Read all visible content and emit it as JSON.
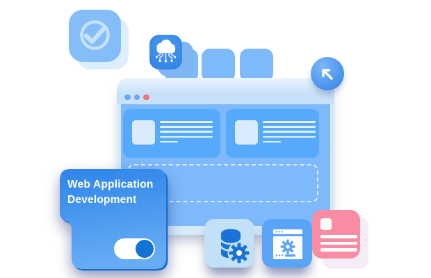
{
  "title_card": {
    "line1": "Web Application",
    "line2": "Development",
    "toggle": {
      "state": "on",
      "knob_color": "#1273D4"
    },
    "gradient_top": "#2E84E9",
    "gradient_bottom": "#67ADF5"
  },
  "browser_window": {
    "traffic_lights": [
      {
        "color": "#6CA9F3"
      },
      {
        "color": "#6CA9F3"
      },
      {
        "color": "#F5707B"
      }
    ],
    "chrome_color": "#D7EAFB",
    "body_color": "#7DB9FB",
    "inner_card_color": "#57AAFB",
    "content_cards": [
      {
        "thumbnail": true,
        "text_lines": 4,
        "short_line": true
      },
      {
        "thumbnail": true,
        "text_lines": 4,
        "short_line": true
      }
    ],
    "dashed_placeholder": true
  },
  "floating_badges": {
    "check_badge": {
      "icon": "check-circle-icon",
      "bg": "#85BDF8",
      "stroke": "#C7E2FB"
    },
    "cloud_badge": {
      "icon": "cloud-computing-icon",
      "bg": "#2E80E2",
      "fg": "#FFFFFF"
    },
    "arrow_badge": {
      "icon": "arrow-up-left-icon",
      "bg": "#3E8CE9",
      "fg": "#FFFFFF"
    },
    "database_badge": {
      "icon": "database-gear-icon",
      "bg": "#C2E1F7",
      "fg": "#1B72D6"
    },
    "window_badge": {
      "icon": "window-gear-icon",
      "bg": "#5AA4F7",
      "fg": "#FFFFFF"
    },
    "document_badge": {
      "icon": "document-icon",
      "bg": "#F98CA2",
      "fg": "#FFFFFF"
    },
    "small_squares_count": 3
  }
}
